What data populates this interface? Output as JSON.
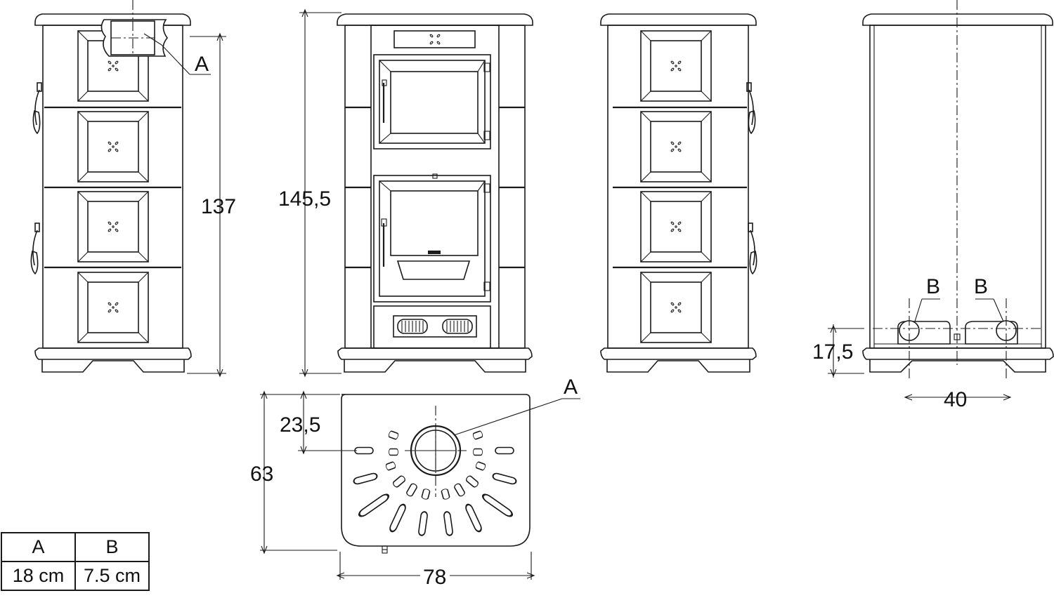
{
  "dimensions": {
    "height_side": "137",
    "height_front": "145,5",
    "top_flue_offset": "23,5",
    "top_depth": "63",
    "top_width": "78",
    "rear_outlet_height": "17,5",
    "rear_outlet_spacing": "40"
  },
  "labels": {
    "flue_side": "A",
    "flue_top": "A",
    "rear_b_left": "B",
    "rear_b_right": "B"
  },
  "table": {
    "headers": [
      "A",
      "B"
    ],
    "values": [
      "18 cm",
      "7.5 cm"
    ]
  }
}
